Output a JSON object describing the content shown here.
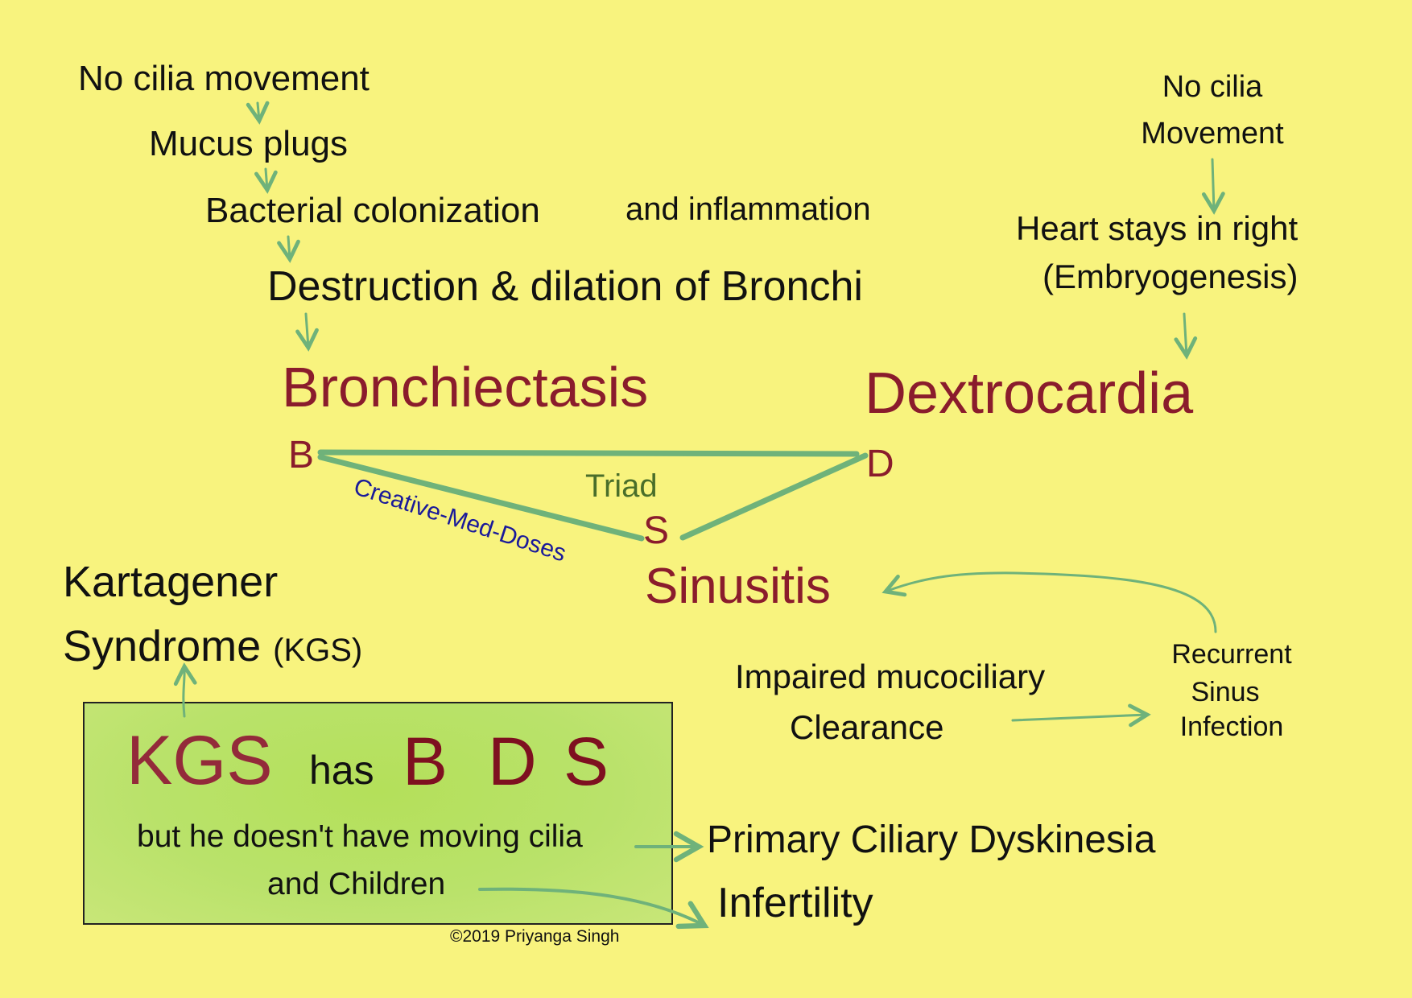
{
  "left_chain": [
    "No cilia movement",
    "Mucus plugs",
    "Bacterial colonization",
    "and inflammation",
    "Destruction & dilation of Bronchi"
  ],
  "right_chain": {
    "line1": "No cilia",
    "line2": "Movement",
    "line3": "Heart stays in right",
    "line4": "(Embryogenesis)"
  },
  "triad": {
    "bronchiectasis": "Bronchiectasis",
    "dextrocardia": "Dextrocardia",
    "sinusitis": "Sinusitis",
    "b": "B",
    "d": "D",
    "s": "S",
    "label": "Triad",
    "watermark": "Creative-Med-Doses"
  },
  "syndrome": {
    "line1": "Kartagener",
    "line2": "Syndrome",
    "abbr": "(KGS)"
  },
  "sinus": {
    "impaired": "Impaired mucociliary",
    "clearance": "Clearance",
    "recurrent": "Recurrent",
    "sinus": "Sinus",
    "infection": "Infection"
  },
  "box": {
    "kgs": "KGS",
    "has": "has",
    "b": "B",
    "d": "D",
    "s": "S",
    "line2": "but he doesn't have moving cilia",
    "line3": "and Children"
  },
  "outcomes": {
    "pcd": "Primary Ciliary Dyskinesia",
    "infertility": "Infertility"
  },
  "copyright": "©2019 Priyanga Singh",
  "colors": {
    "background": "#f8f37e",
    "arrow": "#6fb27a",
    "red": "#8a1c2c",
    "box": "#b4e05a",
    "blue": "#1a1a9a",
    "triad": "#4a6e2a"
  }
}
